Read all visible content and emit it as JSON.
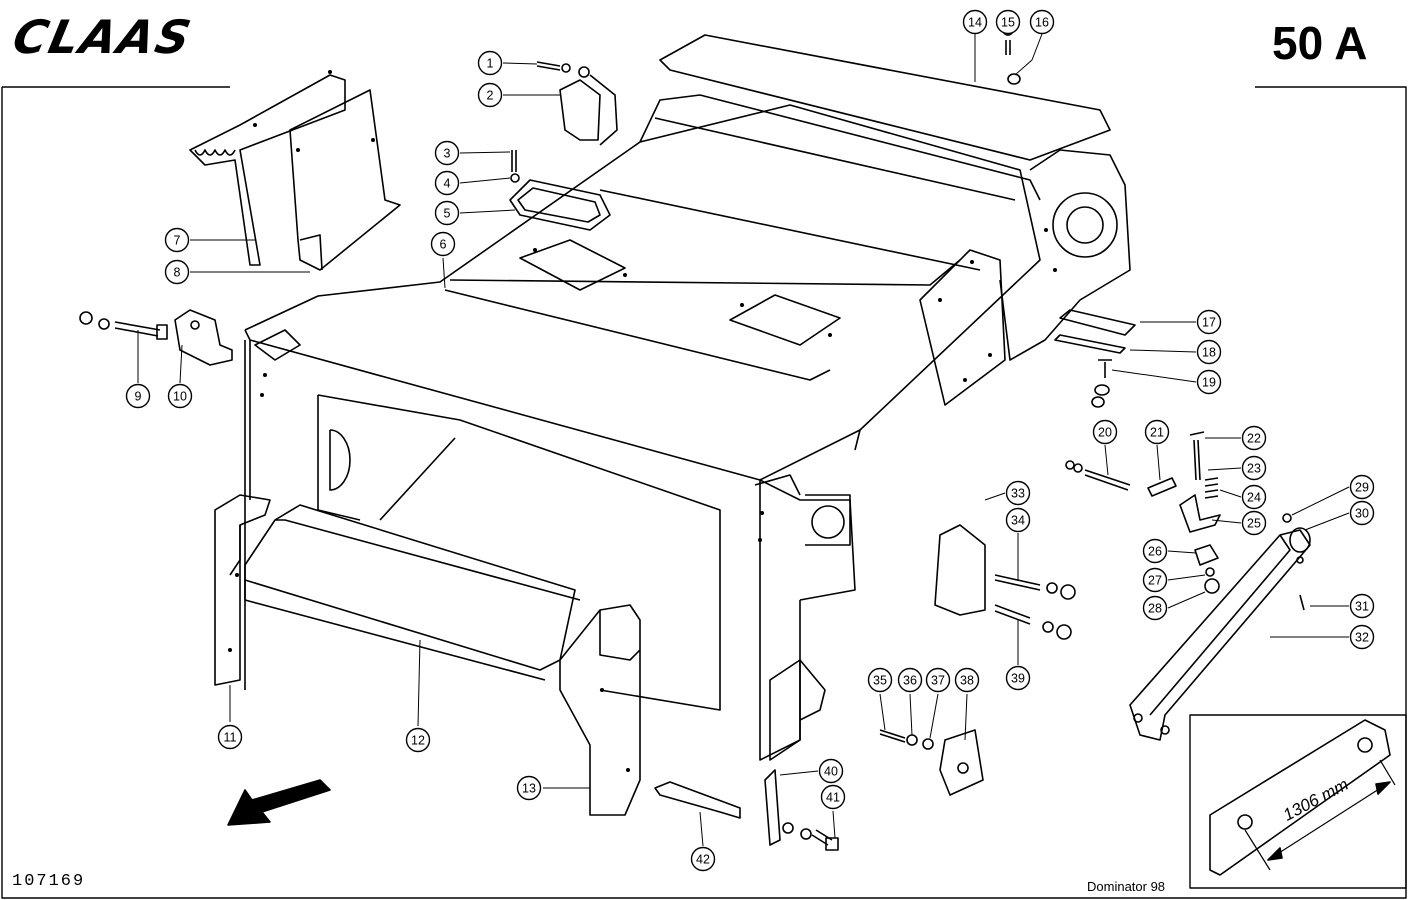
{
  "header": {
    "brand": "CLAAS",
    "sheet_number": "50 A"
  },
  "footer": {
    "drawing_number": "107169",
    "model": "Dominator 98"
  },
  "detail": {
    "dimension": "1306 mm"
  },
  "callouts": [
    {
      "id": "c1",
      "label": "1"
    },
    {
      "id": "c2",
      "label": "2"
    },
    {
      "id": "c3",
      "label": "3"
    },
    {
      "id": "c4",
      "label": "4"
    },
    {
      "id": "c5",
      "label": "5"
    },
    {
      "id": "c6",
      "label": "6"
    },
    {
      "id": "c7",
      "label": "7"
    },
    {
      "id": "c8",
      "label": "8"
    },
    {
      "id": "c9",
      "label": "9"
    },
    {
      "id": "c10",
      "label": "10"
    },
    {
      "id": "c11",
      "label": "11"
    },
    {
      "id": "c12",
      "label": "12"
    },
    {
      "id": "c13",
      "label": "13"
    },
    {
      "id": "c14",
      "label": "14"
    },
    {
      "id": "c15",
      "label": "15"
    },
    {
      "id": "c16",
      "label": "16"
    },
    {
      "id": "c17",
      "label": "17"
    },
    {
      "id": "c18",
      "label": "18"
    },
    {
      "id": "c19",
      "label": "19"
    },
    {
      "id": "c20",
      "label": "20"
    },
    {
      "id": "c21",
      "label": "21"
    },
    {
      "id": "c22",
      "label": "22"
    },
    {
      "id": "c23",
      "label": "23"
    },
    {
      "id": "c24",
      "label": "24"
    },
    {
      "id": "c25",
      "label": "25"
    },
    {
      "id": "c26",
      "label": "26"
    },
    {
      "id": "c27",
      "label": "27"
    },
    {
      "id": "c28",
      "label": "28"
    },
    {
      "id": "c29",
      "label": "29"
    },
    {
      "id": "c30",
      "label": "30"
    },
    {
      "id": "c31",
      "label": "31"
    },
    {
      "id": "c32",
      "label": "32"
    },
    {
      "id": "c33",
      "label": "33"
    },
    {
      "id": "c34",
      "label": "34"
    },
    {
      "id": "c35",
      "label": "35"
    },
    {
      "id": "c36",
      "label": "36"
    },
    {
      "id": "c37",
      "label": "37"
    },
    {
      "id": "c38",
      "label": "38"
    },
    {
      "id": "c39",
      "label": "39"
    },
    {
      "id": "c40",
      "label": "40"
    },
    {
      "id": "c41",
      "label": "41"
    },
    {
      "id": "c42",
      "label": "42"
    }
  ]
}
